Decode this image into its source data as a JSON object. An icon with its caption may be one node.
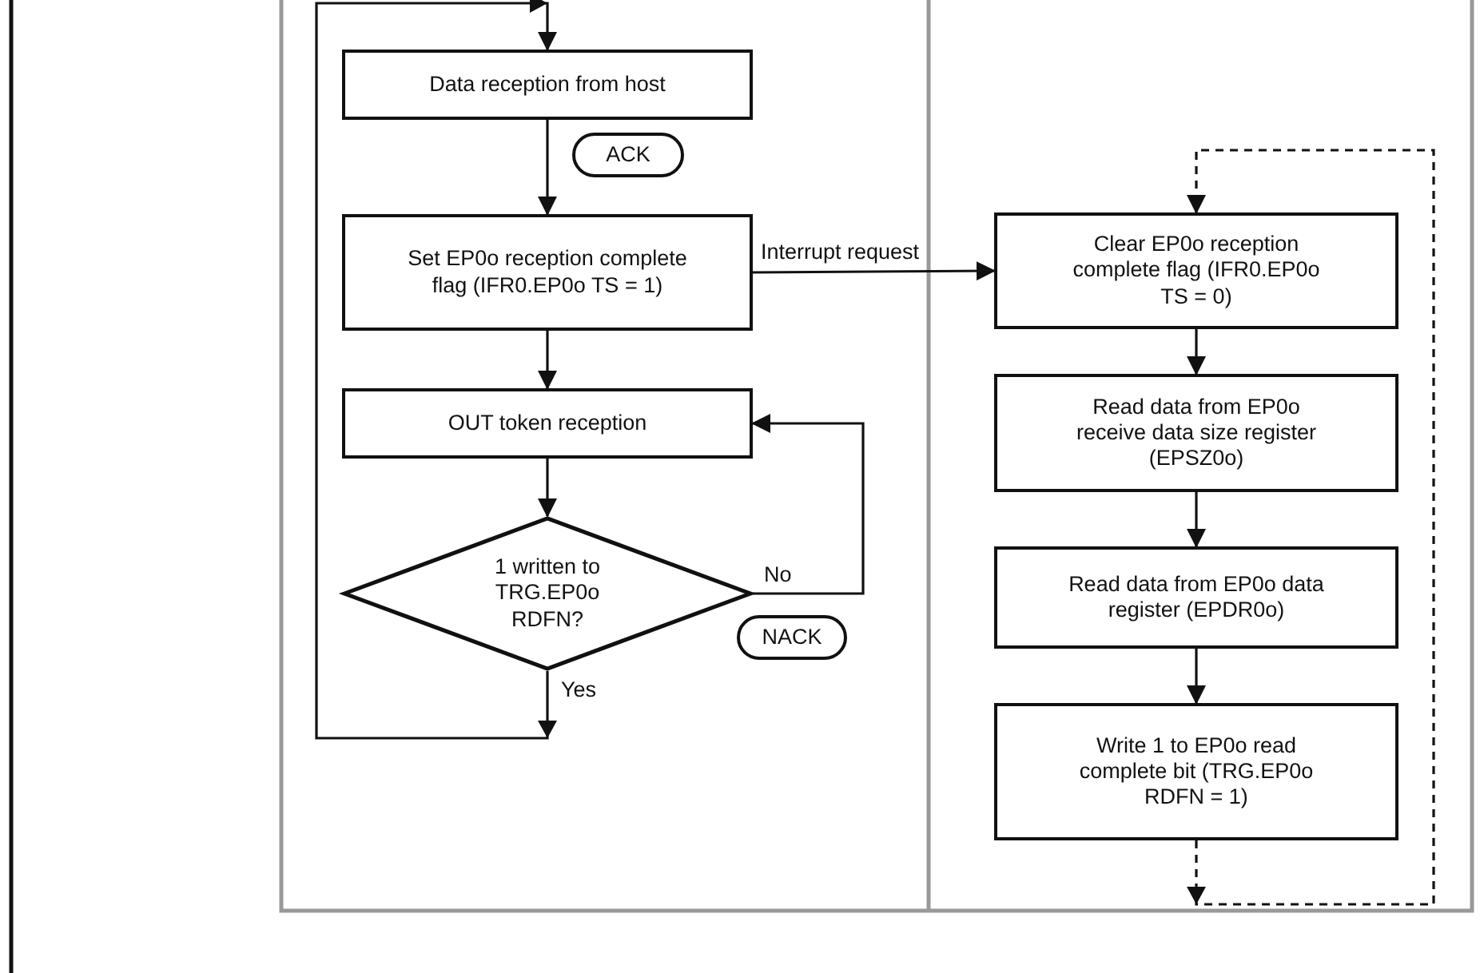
{
  "diagram": {
    "nodes": [
      {
        "text": [
          "Data reception from host"
        ]
      },
      {
        "text": [
          "ACK"
        ]
      },
      {
        "text": [
          "Set EP0o reception complete flag (IFR0.EP0o TS = 1)"
        ]
      },
      {
        "text": [
          "OUT token reception"
        ]
      },
      {
        "text": [
          "1 written to TRG.EP0o RDFN?"
        ]
      },
      {
        "text": [
          "NACK"
        ]
      },
      {
        "text": [
          "Clear EP0o reception complete flag (IFR0.EP0o TS = 0)"
        ]
      },
      {
        "text": [
          "Read data from EP0o receive data size register (EPSZ0o)"
        ]
      },
      {
        "text": [
          "Read data from EP0o data register (EPDR0o)"
        ]
      },
      {
        "text": [
          "Write 1 to EP0o read complete bit (TRG.EP0o RDFN = 1)"
        ]
      }
    ],
    "edges": [
      {
        "from": 0,
        "to": 2,
        "arrow": "to"
      },
      {
        "from": 2,
        "to": 3,
        "arrow": "to"
      },
      {
        "from": 3,
        "to": 4,
        "arrow": "to"
      },
      {
        "from": 4,
        "to": 3,
        "arrow": "to",
        "label": "No"
      },
      {
        "from": 4,
        "to": 0,
        "arrow": "to",
        "label": "Yes"
      },
      {
        "from": 2,
        "to": 6,
        "arrow": "to",
        "label": "Interrupt request"
      },
      {
        "from": 6,
        "to": 7,
        "arrow": "to"
      },
      {
        "from": 7,
        "to": 8,
        "arrow": "to"
      },
      {
        "from": 8,
        "to": 9,
        "arrow": "to"
      },
      {
        "from": 9,
        "to": 6,
        "arrow": "to",
        "style": "dashed"
      }
    ]
  }
}
